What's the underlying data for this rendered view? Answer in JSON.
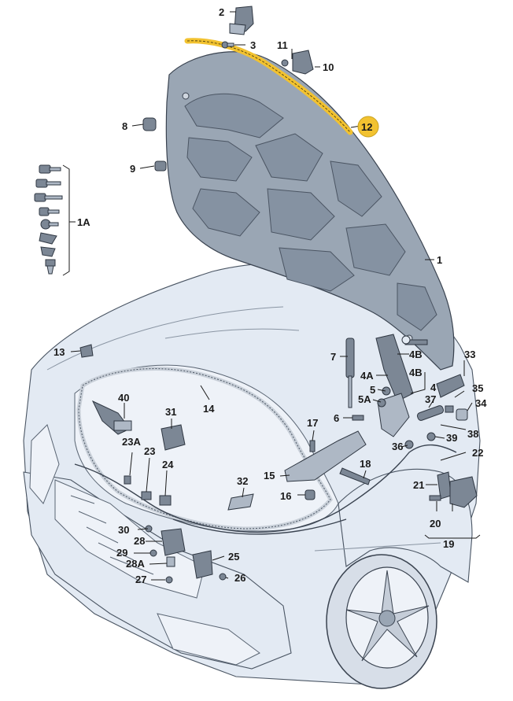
{
  "callouts": {
    "c1": "1",
    "c1A": "1A",
    "c2": "2",
    "c3": "3",
    "c4": "4",
    "c4A": "4A",
    "c4B_upper": "4B",
    "c4B_lower": "4B",
    "c5": "5",
    "c5A": "5A",
    "c6": "6",
    "c7": "7",
    "c8": "8",
    "c9": "9",
    "c10": "10",
    "c11": "11",
    "c12": "12",
    "c13": "13",
    "c14": "14",
    "c15": "15",
    "c16": "16",
    "c17": "17",
    "c18": "18",
    "c19": "19",
    "c20": "20",
    "c21": "21",
    "c22": "22",
    "c23": "23",
    "c23A": "23A",
    "c24": "24",
    "c25": "25",
    "c26": "26",
    "c27": "27",
    "c28": "28",
    "c28A": "28A",
    "c29": "29",
    "c30": "30",
    "c31": "31",
    "c32": "32",
    "c33": "33",
    "c34": "34",
    "c35": "35",
    "c36": "36",
    "c37": "37",
    "c38": "38",
    "c39": "39",
    "c40": "40"
  },
  "colors": {
    "highlight": "#f2c230",
    "hood": "#9aa6b4",
    "body": "#e3eaf3",
    "outline": "#3a4350"
  }
}
